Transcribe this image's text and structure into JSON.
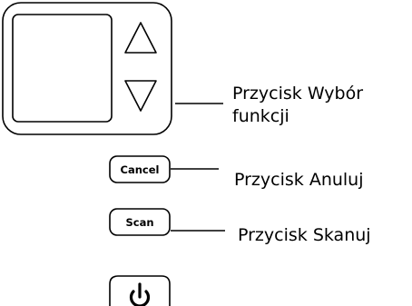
{
  "panel": {
    "up_icon": "triangle-up-icon",
    "down_icon": "triangle-down-icon"
  },
  "buttons": {
    "cancel_label": "Cancel",
    "scan_label": "Scan",
    "power_icon": "power-icon"
  },
  "callouts": {
    "function_select_line1": "Przycisk Wybór",
    "function_select_line2": "funkcji",
    "cancel": "Przycisk Anuluj",
    "scan": "Przycisk Skanuj"
  },
  "colors": {
    "stroke": "#000000",
    "background": "#ffffff"
  }
}
